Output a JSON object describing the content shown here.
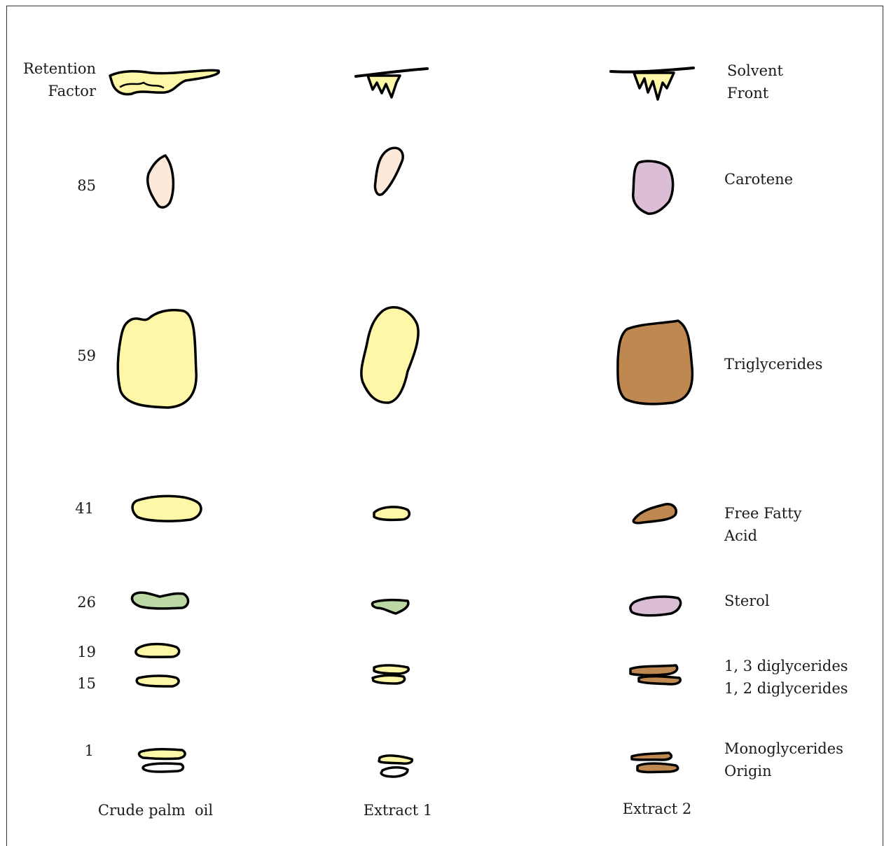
{
  "diagram": {
    "rf_header": [
      "Retention",
      "Factor"
    ],
    "rf_values": [
      "85",
      "59",
      "41",
      "26",
      "19",
      "15",
      "1"
    ],
    "columns": [
      "Crude palm  oil",
      "Extract 1",
      "Extract 2"
    ],
    "components": [
      [
        "Solvent",
        "Front"
      ],
      [
        "Carotene"
      ],
      [
        "Triglycerides"
      ],
      [
        "Free Fatty",
        "Acid"
      ],
      [
        "Sterol"
      ],
      [
        "1, 3 diglycerides",
        "1, 2 diglycerides"
      ],
      [
        "Monoglycerides",
        "Origin"
      ]
    ]
  },
  "colors": {
    "pale_yellow": "#fff7a8",
    "peach": "#fde9d9",
    "mauve": "#dbbdd5",
    "brown": "#bf8850",
    "green": "#bcd9a5",
    "white": "#ffffff",
    "outline": "#000000"
  }
}
